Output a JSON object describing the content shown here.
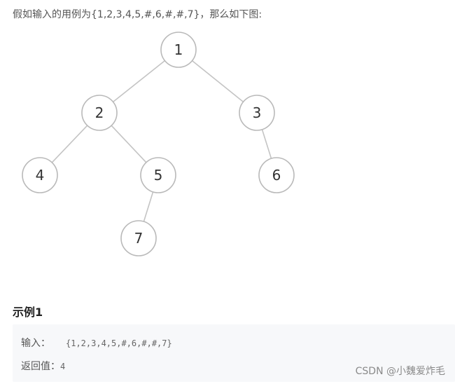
{
  "intro_text": "假如输入的用例为{1,2,3,4,5,#,6,#,#,7}，那么如下图:",
  "tree": {
    "nodes": [
      {
        "id": "n1",
        "label": "1"
      },
      {
        "id": "n2",
        "label": "2"
      },
      {
        "id": "n3",
        "label": "3"
      },
      {
        "id": "n4",
        "label": "4"
      },
      {
        "id": "n5",
        "label": "5"
      },
      {
        "id": "n6",
        "label": "6"
      },
      {
        "id": "n7",
        "label": "7"
      }
    ],
    "edges": [
      [
        "n1",
        "n2"
      ],
      [
        "n1",
        "n3"
      ],
      [
        "n2",
        "n4"
      ],
      [
        "n2",
        "n5"
      ],
      [
        "n3",
        "n6"
      ],
      [
        "n5",
        "n7"
      ]
    ]
  },
  "example": {
    "title": "示例1",
    "input_label": "输入：",
    "input_value": "{1,2,3,4,5,#,6,#,#,7}",
    "output_label": "返回值：",
    "output_value": "4"
  },
  "watermark": "CSDN @小魏爱炸毛"
}
